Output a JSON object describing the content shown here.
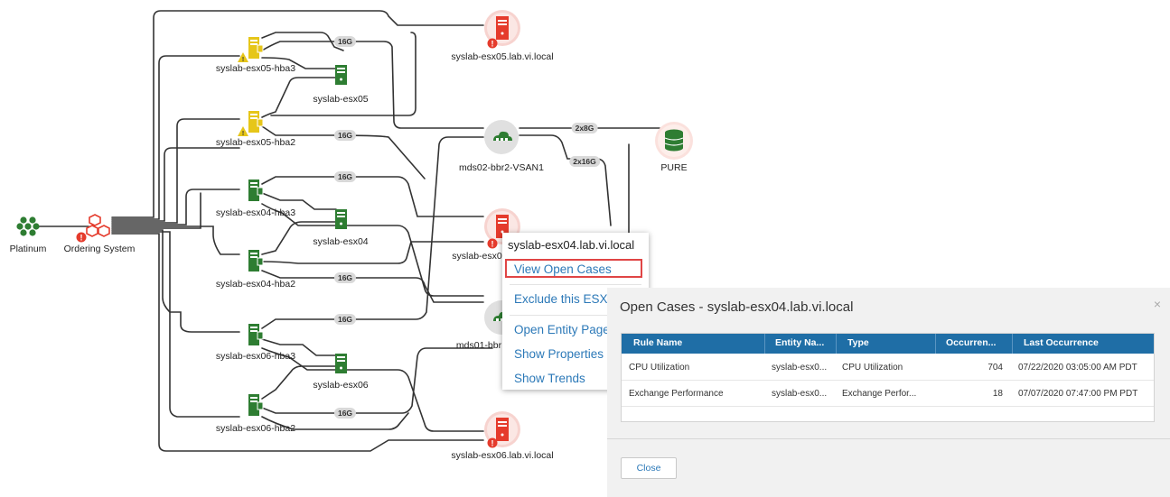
{
  "topology": {
    "nodes": {
      "platinum": "Platinum",
      "ordering_system": "Ordering System",
      "esx05_hba3": "syslab-esx05-hba3",
      "esx05": "syslab-esx05",
      "esx05_hba2": "syslab-esx05-hba2",
      "esx04_hba3": "syslab-esx04-hba3",
      "esx04": "syslab-esx04",
      "esx04_hba2": "syslab-esx04-hba2",
      "esx06_hba3": "syslab-esx06-hba3",
      "esx06": "syslab-esx06",
      "esx06_hba2": "syslab-esx06-hba2",
      "esx05_lab": "syslab-esx05.lab.vi.local",
      "mds02": "mds02-bbr2-VSAN1",
      "pure": "PURE",
      "esx04_lab_partial": "syslab-esx0",
      "mds01_partial": "mds01-bbr",
      "esx06_lab": "syslab-esx06.lab.vi.local"
    },
    "link_badges": {
      "b1": "16G",
      "b2": "16G",
      "b3": "16G",
      "b4": "16G",
      "b5": "16G",
      "b6": "16G",
      "b7": "2x8G",
      "b8": "2x16G"
    },
    "colors": {
      "ok": "#2e7d32",
      "warning": "#e6c619",
      "critical": "#e53b2c",
      "line": "#333333"
    }
  },
  "context_menu": {
    "title": "syslab-esx04.lab.vi.local",
    "items": {
      "view_open_cases": "View Open Cases",
      "exclude": "Exclude this ESX",
      "open_entity": "Open Entity Page",
      "show_properties": "Show Properties",
      "show_trends": "Show Trends"
    }
  },
  "dialog": {
    "title": "Open Cases - syslab-esx04.lab.vi.local",
    "close_symbol": "×",
    "columns": {
      "rule_name": "Rule Name",
      "entity_name": "Entity Na...",
      "type": "Type",
      "occurrences": "Occurren...",
      "last_occurrence": "Last Occurrence"
    },
    "rows": [
      {
        "rule": "CPU Utilization",
        "entity": "syslab-esx0...",
        "type": "CPU Utilization",
        "occ": "704",
        "last": "07/22/2020 03:05:00 AM PDT"
      },
      {
        "rule": "Exchange Performance",
        "entity": "syslab-esx0...",
        "type": "Exchange Perfor...",
        "occ": "18",
        "last": "07/07/2020 07:47:00 PM PDT"
      }
    ],
    "close_button": "Close",
    "header_color": "#1f6ea6"
  }
}
